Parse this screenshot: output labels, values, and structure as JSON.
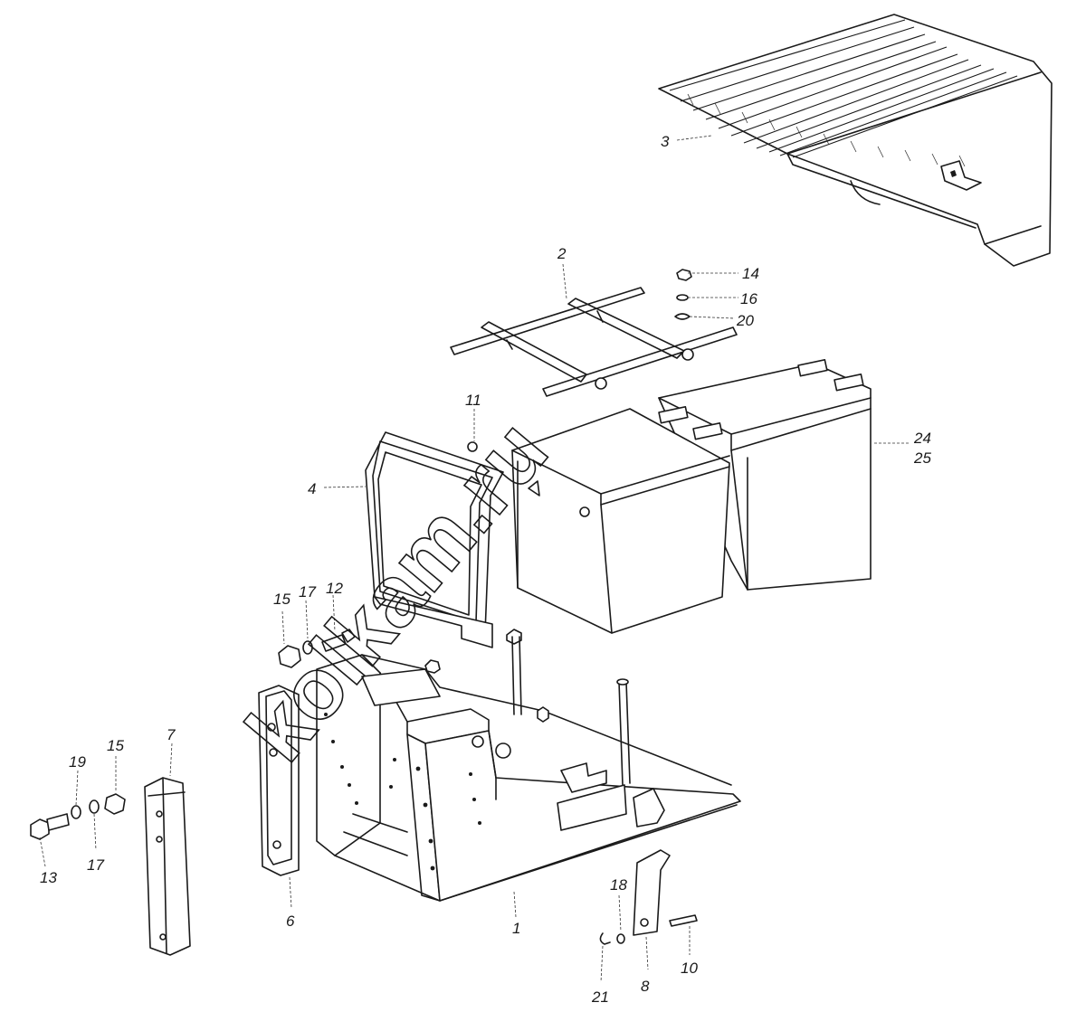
{
  "diagram": {
    "watermark": "kolkam.ru",
    "callouts": [
      {
        "id": "c1",
        "label": "1"
      },
      {
        "id": "c2",
        "label": "2"
      },
      {
        "id": "c3",
        "label": "3"
      },
      {
        "id": "c4",
        "label": "4"
      },
      {
        "id": "c6",
        "label": "6"
      },
      {
        "id": "c7",
        "label": "7"
      },
      {
        "id": "c8",
        "label": "8"
      },
      {
        "id": "c10",
        "label": "10"
      },
      {
        "id": "c11",
        "label": "11"
      },
      {
        "id": "c12",
        "label": "12"
      },
      {
        "id": "c13",
        "label": "13"
      },
      {
        "id": "c14",
        "label": "14"
      },
      {
        "id": "c15a",
        "label": "15"
      },
      {
        "id": "c15b",
        "label": "15"
      },
      {
        "id": "c16",
        "label": "16"
      },
      {
        "id": "c17a",
        "label": "17"
      },
      {
        "id": "c17b",
        "label": "17"
      },
      {
        "id": "c18",
        "label": "18"
      },
      {
        "id": "c19",
        "label": "19"
      },
      {
        "id": "c20",
        "label": "20"
      },
      {
        "id": "c21",
        "label": "21"
      },
      {
        "id": "c24",
        "label": "24"
      },
      {
        "id": "c25",
        "label": "25"
      }
    ]
  }
}
